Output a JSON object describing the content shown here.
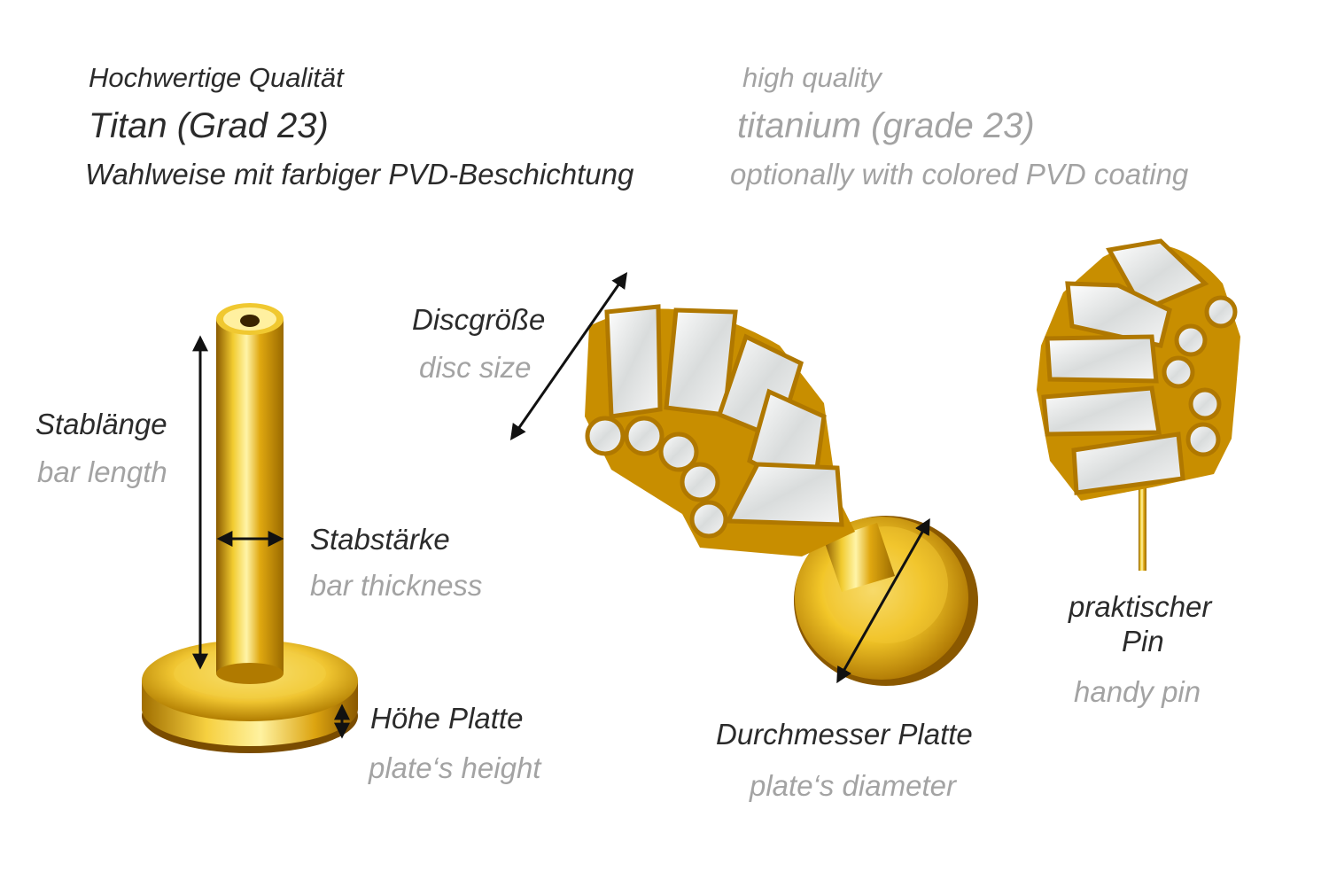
{
  "header": {
    "quality_de": "Hochwertige Qualität",
    "quality_en": "high quality",
    "material_de": "Titan (Grad 23)",
    "material_en": "titanium (grade 23)",
    "coating_de": "Wahlweise mit farbiger PVD-Beschichtung",
    "coating_en": "optionally with colored PVD coating"
  },
  "labels": {
    "bar_length_de": "Stablänge",
    "bar_length_en": "bar length",
    "bar_thickness_de": "Stabstärke",
    "bar_thickness_en": "bar thickness",
    "plate_height_de": "Höhe Platte",
    "plate_height_en": "plate‘s height",
    "disc_size_de": "Discgröße",
    "disc_size_en": "disc size",
    "plate_diameter_de": "Durchmesser Platte",
    "plate_diameter_en": "plate‘s diameter",
    "pin_de_line1": "praktischer",
    "pin_de_line2": "Pin",
    "pin_en": "handy pin"
  },
  "colors": {
    "gold_light": "#fff3a0",
    "gold_mid": "#e8b810",
    "gold_dark": "#9a6a00",
    "crystal": "#eef0f0",
    "text_de": "#2b2b2b",
    "text_en": "#a3a3a3"
  }
}
